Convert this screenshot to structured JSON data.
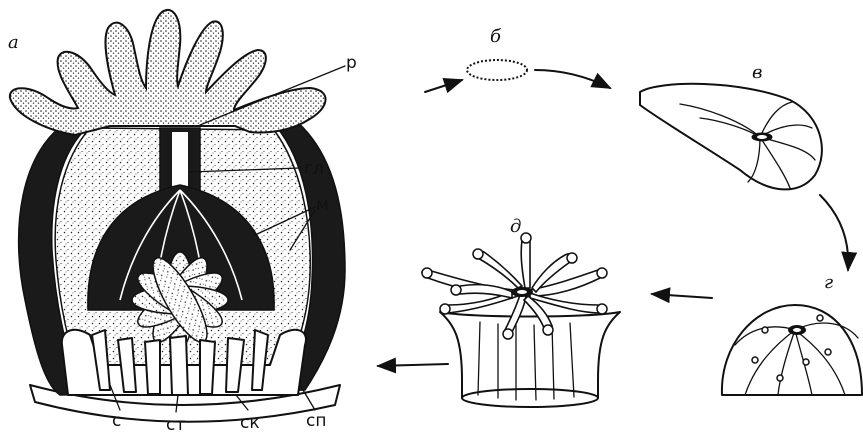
{
  "panels": {
    "a": "а",
    "b": "б",
    "v": "в",
    "g": "г",
    "d": "д"
  },
  "labels": {
    "r": "р",
    "gl": "гл",
    "m": "м",
    "s": "с",
    "st": "ст",
    "sk": "ск",
    "sp": "сп"
  }
}
